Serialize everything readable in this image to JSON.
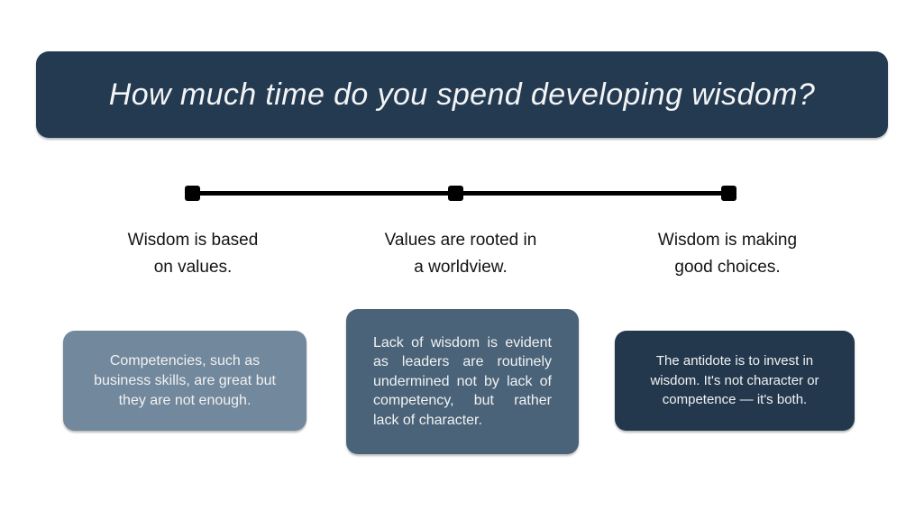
{
  "slide": {
    "background_color": "#ffffff"
  },
  "header": {
    "title": "How much time do you spend developing wisdom?",
    "bg_color": "#243A50",
    "text_color": "#f3f4f6"
  },
  "timeline": {
    "line_color": "#000000",
    "marker_color": "#000000",
    "milestones": [
      {
        "lines": [
          "Wisdom is based",
          "on values."
        ]
      },
      {
        "lines": [
          "Values are rooted in",
          "a worldview."
        ]
      },
      {
        "lines": [
          "Wisdom is making",
          "good choices."
        ]
      }
    ]
  },
  "cards": [
    {
      "bg_color": "#72889C",
      "text": "Competencies, such as business skills, are great but they are not enough.",
      "lines": [
        "Competencies, such as",
        "business skills, are great but",
        "they are not enough."
      ]
    },
    {
      "bg_color": "#4A6378",
      "text": "Lack of wisdom is evident as leaders are routinely undermined not by lack of competency, but rather lack of character.",
      "lines": [
        "Lack of wisdom is evident",
        "as leaders are routinely",
        "undermined not by lack of",
        "competency, but rather",
        "lack of character."
      ]
    },
    {
      "bg_color": "#24384D",
      "text": "The antidote is to invest in wisdom. It's not character or competence — it's both.",
      "lines": [
        "The antidote is to invest in",
        "wisdom. It's not character or",
        "competence — it's both."
      ]
    }
  ]
}
